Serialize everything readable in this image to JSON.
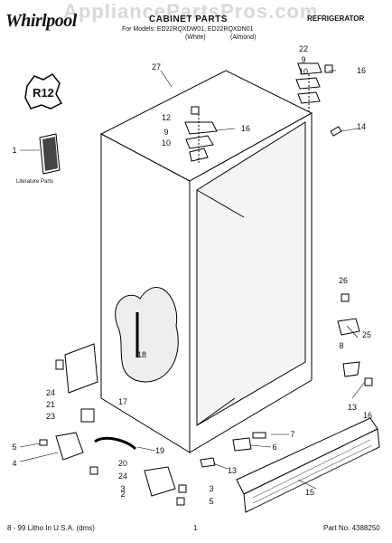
{
  "header": {
    "brand": "Whirlpool",
    "watermark": "AppliancePartsPros.com",
    "title": "CABINET PARTS",
    "category": "REFRIGERATOR",
    "for_models": "For Models: ED22RQXDW01, ED22RQXDN01",
    "color_white": "(White)",
    "color_almond": "(Almond)"
  },
  "badge": "R12",
  "literature_label": "Literature Parts",
  "footer": {
    "litho": "8 - 99 Litho In U.S.A. (dms)",
    "page": "1",
    "part_no": "Part No. 4388250"
  },
  "callouts": [
    "27",
    "22",
    "9",
    "10",
    "16",
    "12",
    "9",
    "10",
    "16",
    "14",
    "1",
    "26",
    "18",
    "8",
    "25",
    "24",
    "21",
    "17",
    "23",
    "13",
    "16",
    "7",
    "6",
    "5",
    "4",
    "19",
    "20",
    "24",
    "3",
    "2",
    "3",
    "5",
    "13",
    "15"
  ]
}
